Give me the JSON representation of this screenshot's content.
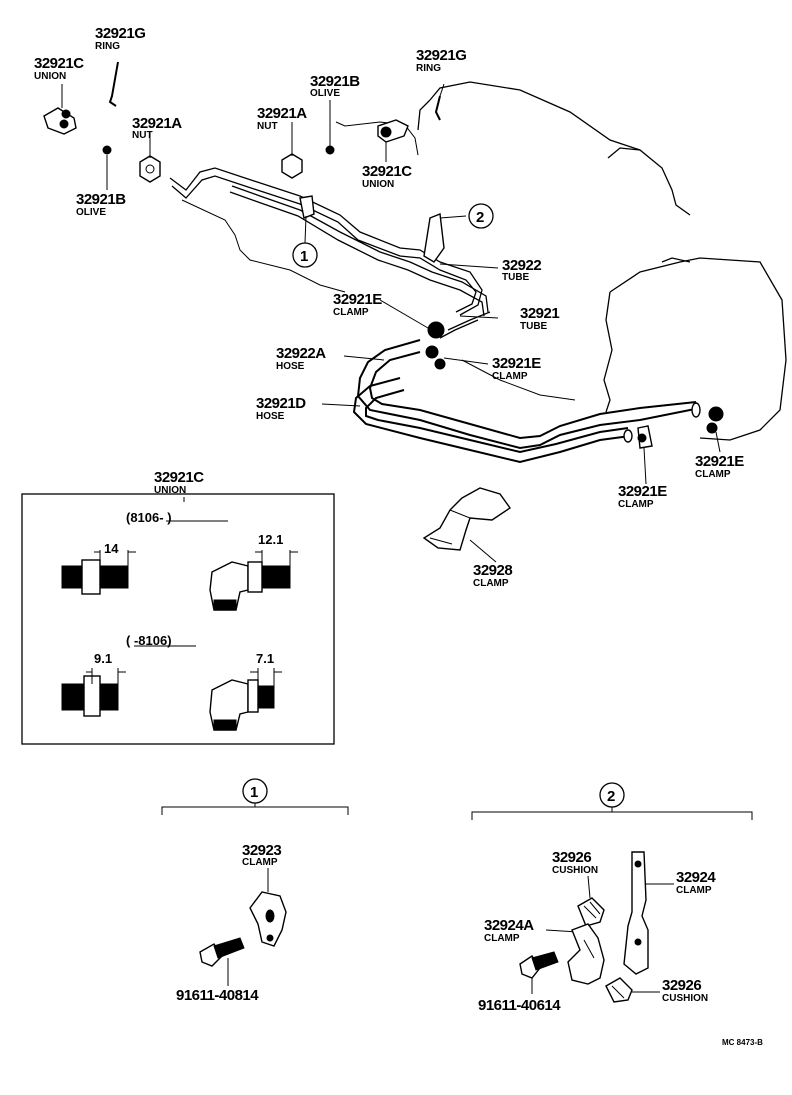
{
  "callouts": [
    {
      "id": "c1",
      "part": "32921G",
      "name": "RING"
    },
    {
      "id": "c2",
      "part": "32921C",
      "name": "UNION"
    },
    {
      "id": "c3",
      "part": "32921B",
      "name": "OLIVE"
    },
    {
      "id": "c4",
      "part": "32921G",
      "name": "RING"
    },
    {
      "id": "c5",
      "part": "32921A",
      "name": "NUT"
    },
    {
      "id": "c6",
      "part": "32921A",
      "name": "NUT"
    },
    {
      "id": "c7",
      "part": "32921C",
      "name": "UNION"
    },
    {
      "id": "c8",
      "part": "32921B",
      "name": "OLIVE"
    },
    {
      "id": "c9",
      "part": "32922",
      "name": "TUBE"
    },
    {
      "id": "c10",
      "part": "32921E",
      "name": "CLAMP"
    },
    {
      "id": "c11",
      "part": "32921",
      "name": "TUBE"
    },
    {
      "id": "c12",
      "part": "32922A",
      "name": "HOSE"
    },
    {
      "id": "c13",
      "part": "32921E",
      "name": "CLAMP"
    },
    {
      "id": "c14",
      "part": "32921D",
      "name": "HOSE"
    },
    {
      "id": "c15",
      "part": "32921E",
      "name": "CLAMP"
    },
    {
      "id": "c16",
      "part": "32921E",
      "name": "CLAMP"
    },
    {
      "id": "c17",
      "part": "32928",
      "name": "CLAMP"
    }
  ],
  "refs": {
    "one": "1",
    "two": "2"
  },
  "inset": {
    "title_part": "32921C",
    "title_name": "UNION",
    "range_new": "(8106-        )",
    "range_old": "(        -8106)",
    "dims": [
      "14",
      "12.1",
      "9.1",
      "7.1"
    ]
  },
  "detail1": {
    "clamp_part": "32923",
    "clamp_name": "CLAMP",
    "bolt_part": "91611-40814"
  },
  "detail2": {
    "cushion_top_part": "32926",
    "cushion_top_name": "CUSHION",
    "clamp_part": "32924",
    "clamp_name": "CLAMP",
    "clampA_part": "32924A",
    "clampA_name": "CLAMP",
    "bolt_part": "91611-40614",
    "cushion_bot_part": "32926",
    "cushion_bot_name": "CUSHION"
  },
  "footer_code": "MC 8473-B"
}
